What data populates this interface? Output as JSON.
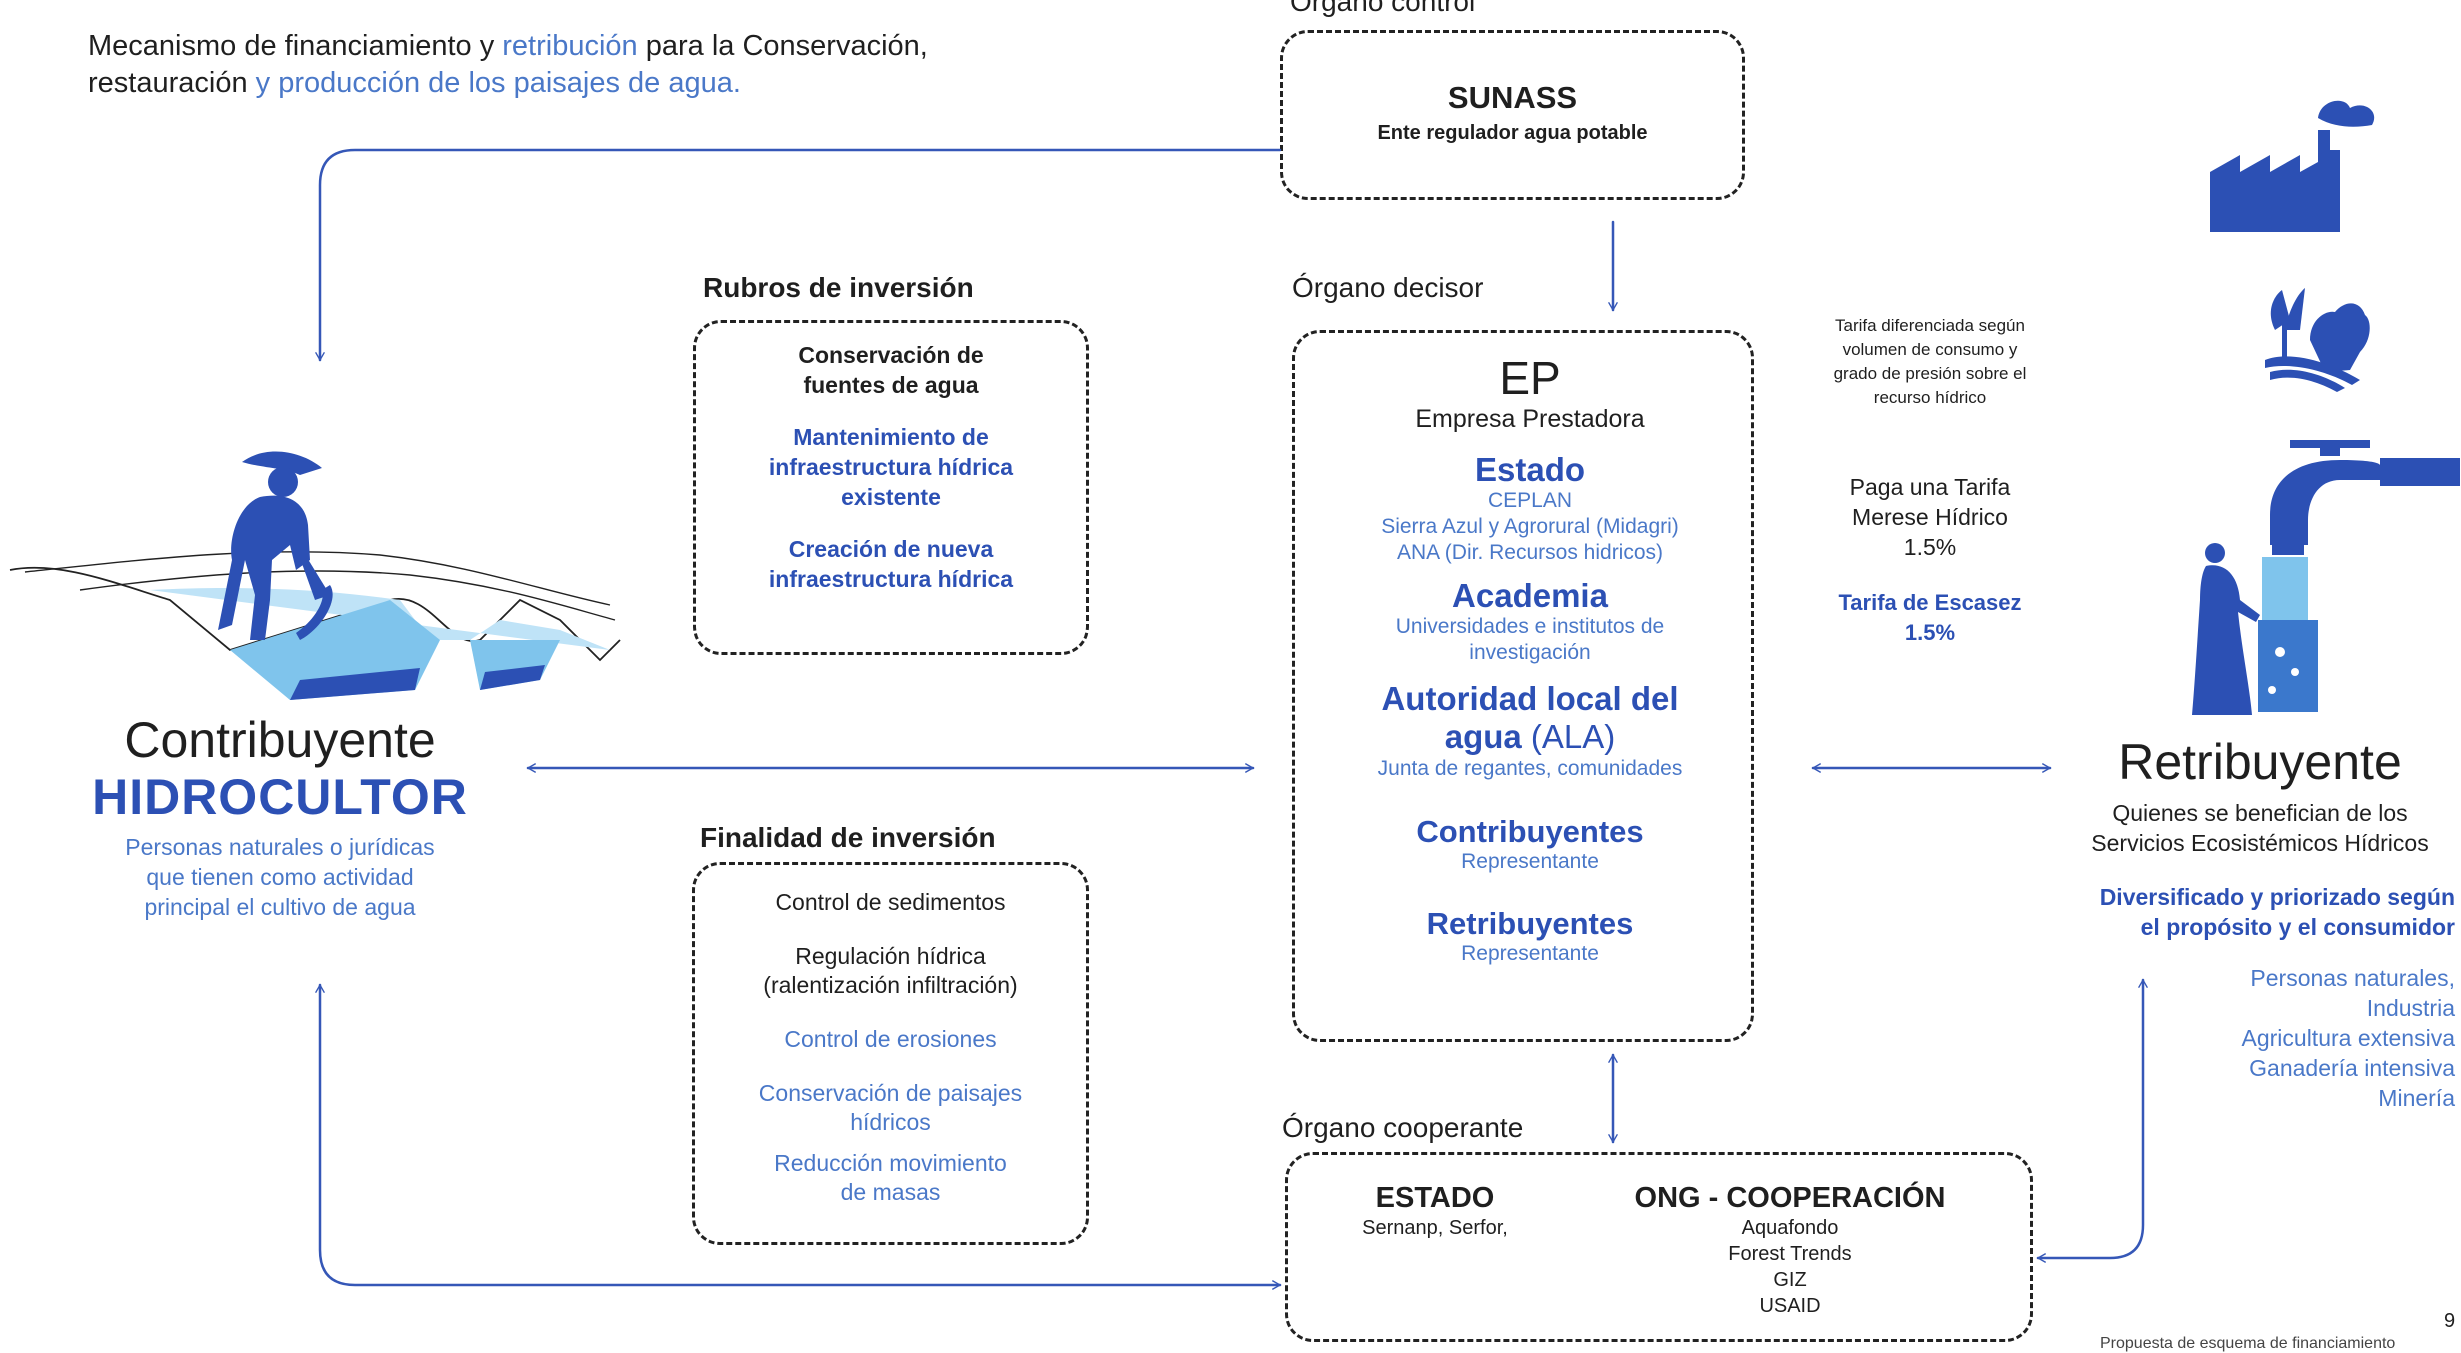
{
  "header": {
    "part1": "Mecanismo de financiamiento y ",
    "part2": "retribución",
    "part3": " para la Conservación,",
    "line2a": "restauración ",
    "line2b": "y producción de los paisajes de agua."
  },
  "control": {
    "label": "Órgano control",
    "title": "SUNASS",
    "subtitle": "Ente regulador agua potable"
  },
  "decisor": {
    "label": "Órgano decisor",
    "ep": "EP",
    "ep_sub": "Empresa Prestadora",
    "estado_title": "Estado",
    "estado_items": [
      "CEPLAN",
      "Sierra Azul y Agrorural (Midagri)",
      "ANA (Dir. Recursos hidricos)"
    ],
    "academia_title": "Academia",
    "academia_items": [
      "Universidades e institutos de",
      "investigación"
    ],
    "ala_title1": "Autoridad local del",
    "ala_title2": "agua",
    "ala_abbr": "(ALA)",
    "ala_sub": "Junta de regantes, comunidades",
    "contrib_title": "Contribuyentes",
    "contrib_sub": "Representante",
    "retrib_title": "Retribuyentes",
    "retrib_sub": "Representante"
  },
  "rubros": {
    "label": "Rubros de inversión",
    "item1": [
      "Conservación de",
      "fuentes de agua"
    ],
    "item2": [
      "Mantenimiento de",
      "infraestructura hídrica",
      "existente"
    ],
    "item3": [
      "Creación de nueva",
      "infraestructura hídrica"
    ]
  },
  "finalidad": {
    "label": "Finalidad de inversión",
    "item1": [
      "Control de sedimentos"
    ],
    "item2": [
      "Regulación hídrica",
      "(ralentización infiltración)"
    ],
    "item3": [
      "Control de erosiones"
    ],
    "item4": [
      "Conservación de paisajes",
      "hídricos"
    ],
    "item5": [
      "Reducción movimiento",
      "de masas"
    ]
  },
  "cooperante": {
    "label": "Órgano cooperante",
    "estado_title": "ESTADO",
    "estado_sub": "Sernanp, Serfor,",
    "ong_title": "ONG - COOPERACIÓN",
    "ong_items": [
      "Aquafondo",
      "Forest Trends",
      "GIZ",
      "USAID"
    ]
  },
  "contribuyente": {
    "title1": "Contribuyente",
    "title2": "HIDROCULTOR",
    "desc": [
      "Personas naturales o jurídicas",
      "que tienen como actividad",
      "principal el cultivo de agua"
    ]
  },
  "tarifa": {
    "note": [
      "Tarifa diferenciada según",
      "volumen de consumo y",
      "grado de presión sobre el",
      "recurso hídrico"
    ],
    "paga": [
      "Paga una Tarifa",
      "Merese Hídrico",
      "1.5%"
    ],
    "escasez": [
      "Tarifa de Escasez",
      "1.5%"
    ]
  },
  "retribuyente": {
    "title": "Retribuyente",
    "desc": [
      "Quienes se benefician de los",
      "Servicios Ecosistémicos Hídricos"
    ],
    "highlight": [
      "Diversificado y priorizado según",
      "el propósito y el consumidor"
    ],
    "list": [
      "Personas naturales,",
      "Industria",
      "Agricultura extensiva",
      "Ganadería intensiva",
      "Minería"
    ]
  },
  "footer": {
    "page": "9",
    "caption": "Propuesta de esquema de financiamiento"
  },
  "colors": {
    "primary_blue": "#2c50b4",
    "light_blue": "#4a78c8",
    "arrow_blue": "#3557b7",
    "water_blue": "#7fc4ec",
    "text_dark": "#1f1f1f"
  }
}
